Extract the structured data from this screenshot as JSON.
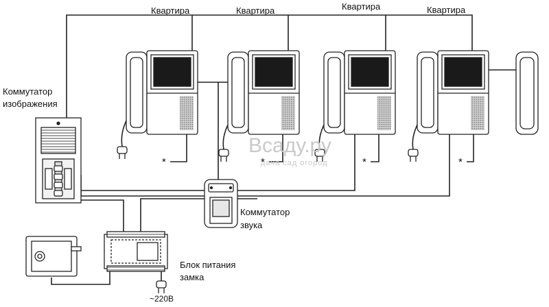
{
  "labels": {
    "apartment": "Квартира",
    "video_switch_line1": "Коммутатор",
    "video_switch_line2": "изображения",
    "audio_switch_line1": "Коммутатор",
    "audio_switch_line2": "звука",
    "power_unit_line1": "Блок питания",
    "power_unit_line2": "замка",
    "voltage": "~220В",
    "star": "*"
  },
  "watermark": {
    "title": "Всаду.ру",
    "subtitle": "дача сад огород"
  },
  "colors": {
    "line": "#222222",
    "device_fill": "#ffffff",
    "screen": "#1a1a1a",
    "speaker_grille": "#8a8a8a",
    "watermark": "#c9c9c9"
  }
}
